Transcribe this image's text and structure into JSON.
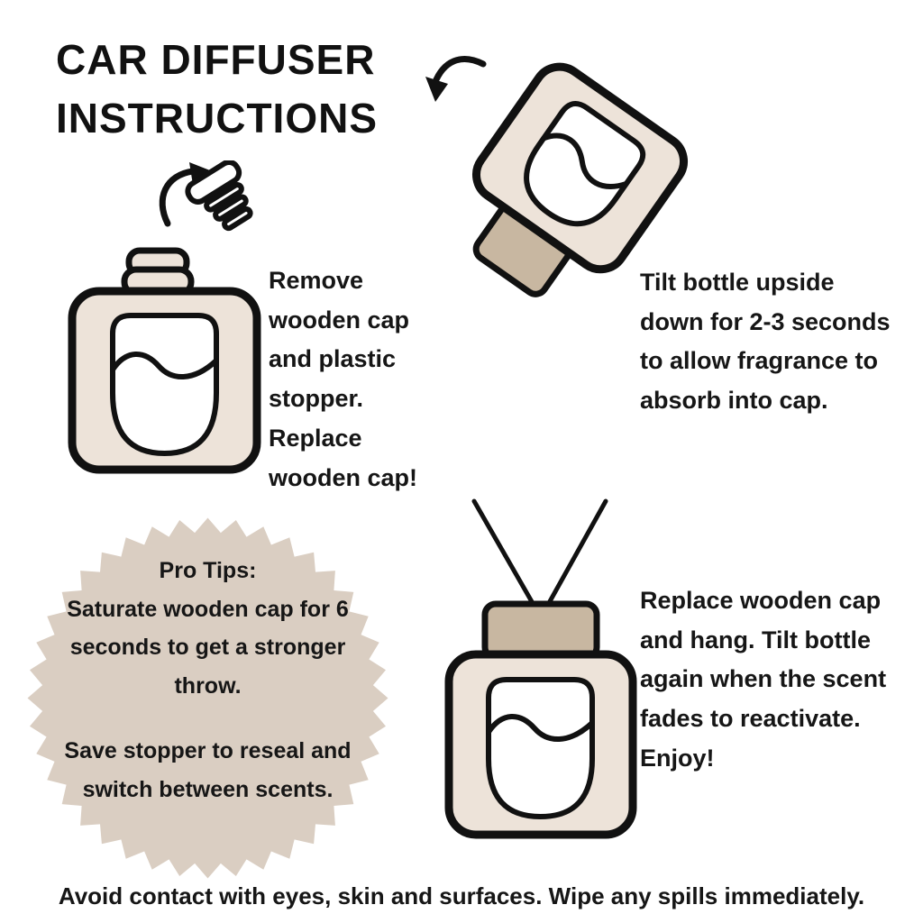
{
  "title": "CAR DIFFUSER\nINSTRUCTIONS",
  "steps": [
    {
      "name": "remove-cap",
      "text": "Remove wooden cap and plastic stopper. Replace wooden cap!"
    },
    {
      "name": "tilt-bottle",
      "text": "Tilt bottle upside down for 2-3 seconds to allow fragrance to absorb into cap."
    },
    {
      "name": "replace-cap",
      "text": "Replace wooden cap and hang. Tilt bottle again when the scent fades to reactivate.\nEnjoy!"
    }
  ],
  "pro_tips": {
    "heading": "Pro Tips:",
    "tip1": "Saturate wooden cap for 6 seconds to get a stronger throw.",
    "tip2": "Save stopper to reseal and switch between scents."
  },
  "footer": "Avoid contact with eyes, skin and surfaces. Wipe any spills immediately.",
  "illustrations": {
    "step1": "open-bottle-with-stopper-removed",
    "step2": "tilted-bottle-with-cap-down",
    "step3": "hanging-bottle-with-cap-and-string"
  },
  "colors": {
    "bottle_body": "#EDE3D9",
    "wooden_cap": "#C8B7A1",
    "starburst": "#DACEC2",
    "ink": "#111111"
  }
}
